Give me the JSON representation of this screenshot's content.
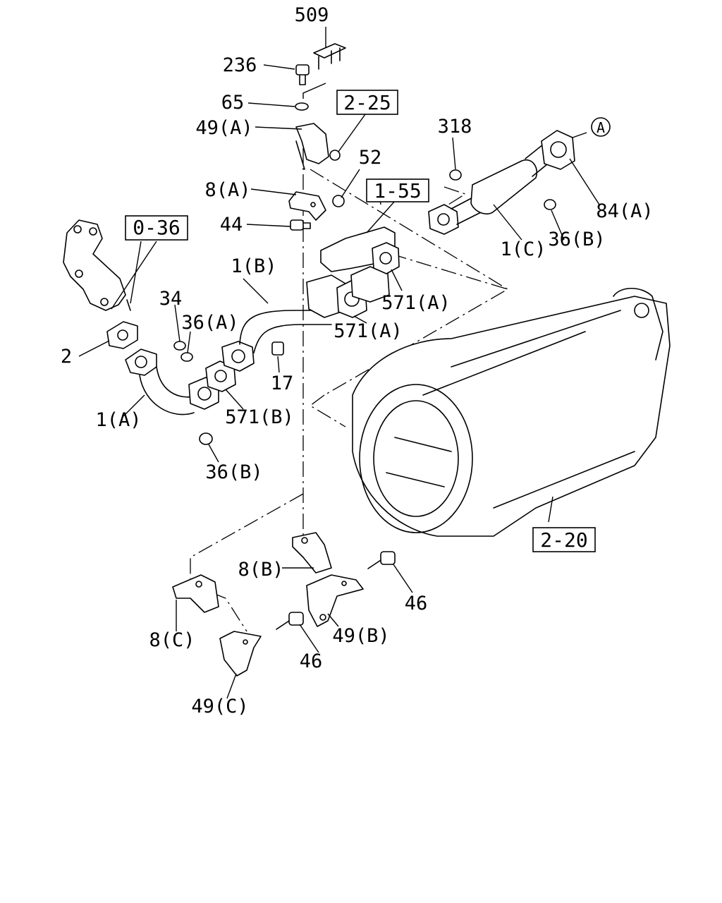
{
  "labels": {
    "l509": "509",
    "l236": "236",
    "l65": "65",
    "l49a": "49(A)",
    "l52": "52",
    "l8a": "8(A)",
    "l44": "44",
    "l318": "318",
    "lA": "A",
    "l84a": "84(A)",
    "l36b_top": "36(B)",
    "l1c": "1(C)",
    "l1b": "1(B)",
    "l34": "34",
    "l36a": "36(A)",
    "l571a_1": "571(A)",
    "l571a_2": "571(A)",
    "l2": "2",
    "l17": "17",
    "l1a": "1(A)",
    "l571b": "571(B)",
    "l36b_bottom": "36(B)",
    "l8b": "8(B)",
    "l46_1": "46",
    "l49b": "49(B)",
    "l8c": "8(C)",
    "l46_2": "46",
    "l49c": "49(C)"
  },
  "references": {
    "r225": "2-25",
    "r155": "1-55",
    "r036": "0-36",
    "r220": "2-20"
  }
}
